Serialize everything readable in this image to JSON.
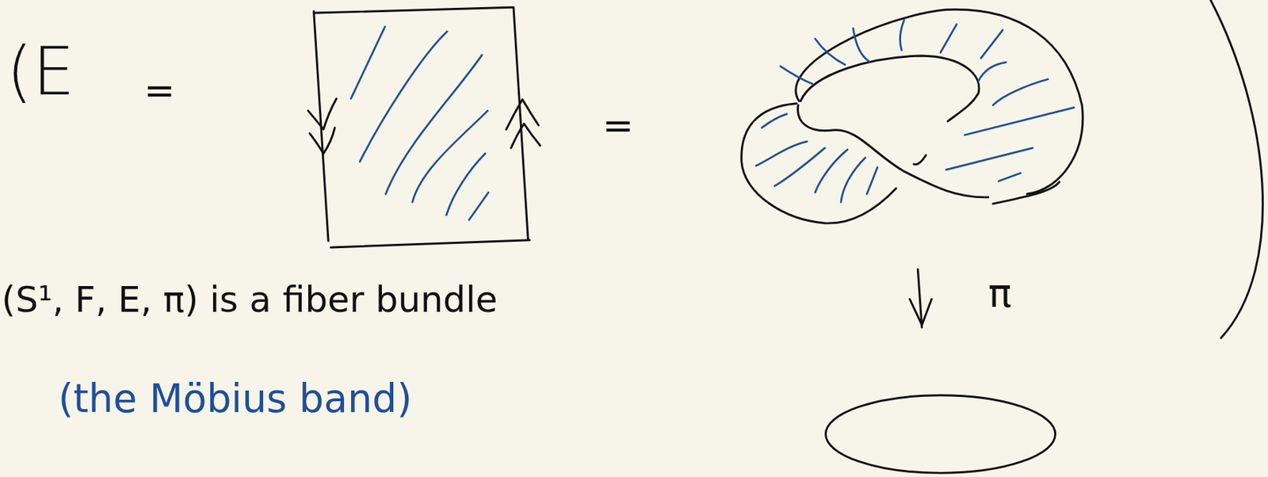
{
  "diagram": {
    "labels": [
      "(E",
      "=",
      "=",
      "π",
      "(S¹, F, E, π) is a fiber bundle",
      "(the Möbius band)"
    ]
  }
}
